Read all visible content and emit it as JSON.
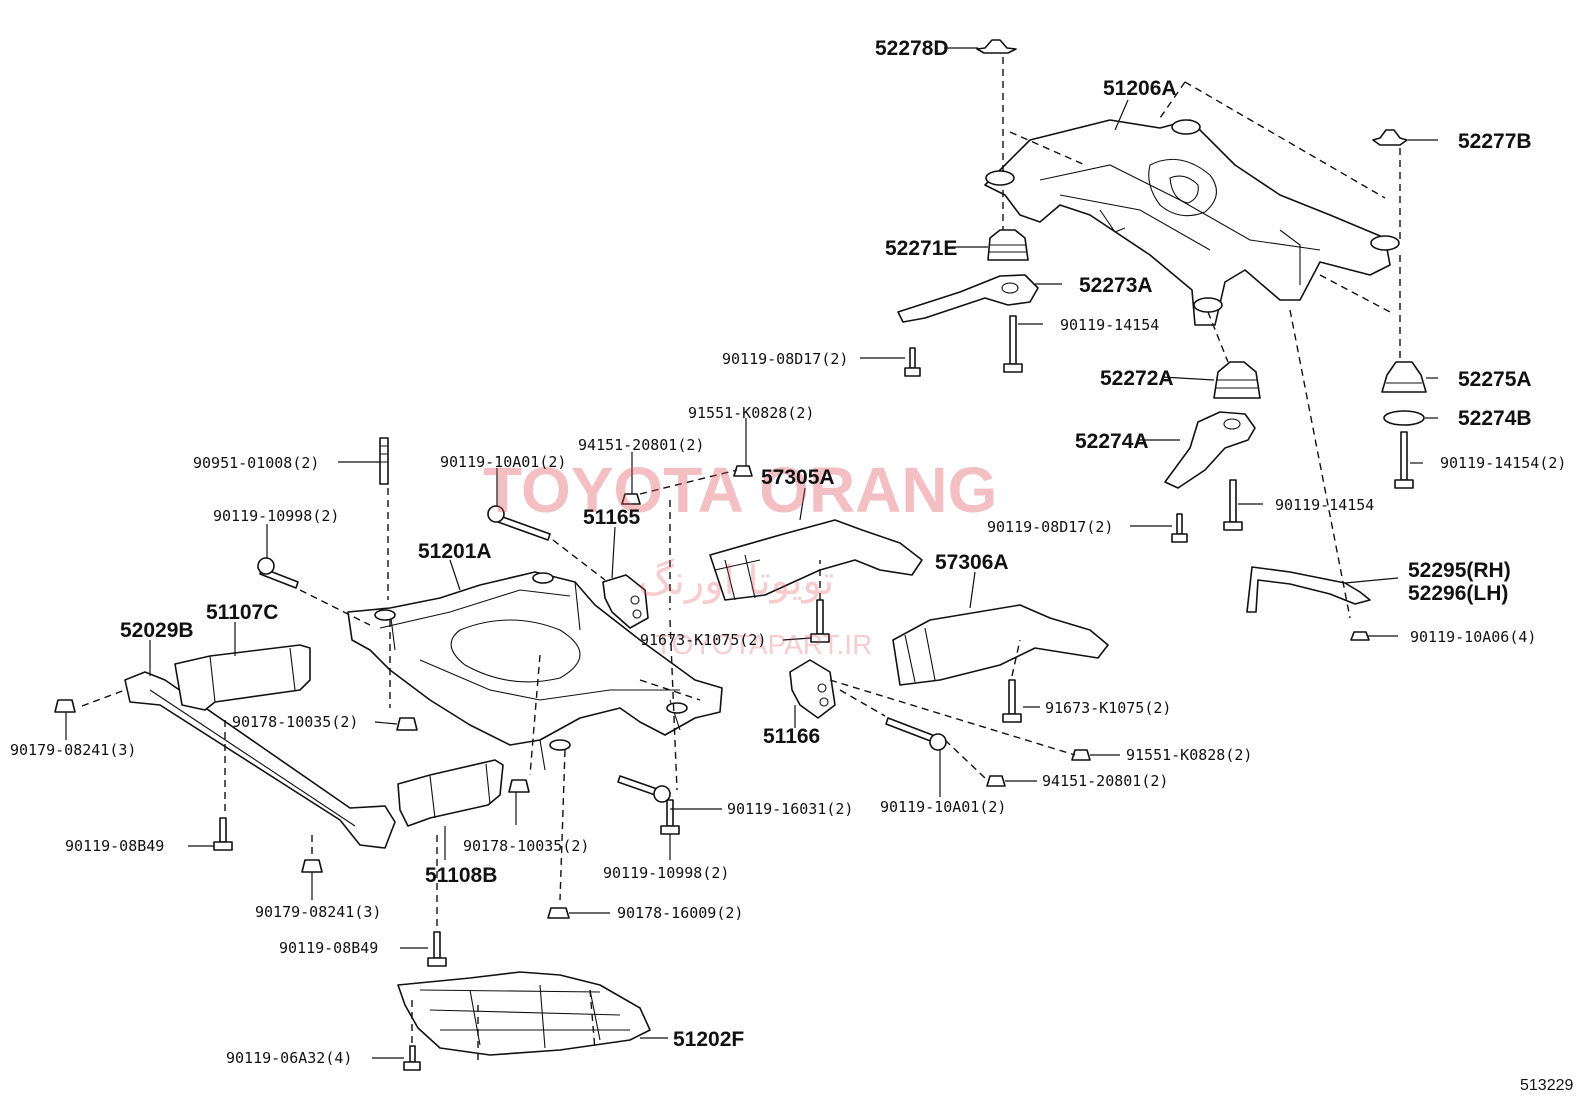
{
  "watermark": {
    "main": "TOYOTA ORANG",
    "persian": "تویوتا اورنگ",
    "url": "TOYOTAPART.IR"
  },
  "diagram_code": "513229",
  "labels": {
    "p52278D": "52278D",
    "p51206A": "51206A",
    "p52277B": "52277B",
    "p52271E": "52271E",
    "p52273A": "52273A",
    "p90119_14154a": "90119-14154",
    "p90119_08D17a": "90119-08D17(2)",
    "p52272A": "52272A",
    "p52275A": "52275A",
    "p52274B": "52274B",
    "p52274A": "52274A",
    "p90119_14154_2": "90119-14154(2)",
    "p90119_14154b": "90119-14154",
    "p90119_08D17b": "90119-08D17(2)",
    "p52295": "52295(RH)",
    "p52296": "52296(LH)",
    "p90119_10A06": "90119-10A06(4)",
    "p91551_K0828a": "91551-K0828(2)",
    "p94151_20801a": "94151-20801(2)",
    "p90119_10A01a": "90119-10A01(2)",
    "p90951_01008": "90951-01008(2)",
    "p57305A": "57305A",
    "p51165": "51165",
    "p90119_10998a": "90119-10998(2)",
    "p51201A": "51201A",
    "p57306A": "57306A",
    "p52029B": "52029B",
    "p51107C": "51107C",
    "p91673_K1075a": "91673-K1075(2)",
    "p91673_K1075b": "91673-K1075(2)",
    "p90179_08241a": "90179-08241(3)",
    "p90178_10035a": "90178-10035(2)",
    "p51166": "51166",
    "p91551_K0828b": "91551-K0828(2)",
    "p94151_20801b": "94151-20801(2)",
    "p90119_16031": "90119-16031(2)",
    "p90119_10A01b": "90119-10A01(2)",
    "p90119_08B49a": "90119-08B49",
    "p90178_10035b": "90178-10035(2)",
    "p90119_10998b": "90119-10998(2)",
    "p51108B": "51108B",
    "p90179_08241b": "90179-08241(3)",
    "p90178_16009": "90178-16009(2)",
    "p90119_08B49b": "90119-08B49",
    "p51202F": "51202F",
    "p90119_06A32": "90119-06A32(4)"
  }
}
